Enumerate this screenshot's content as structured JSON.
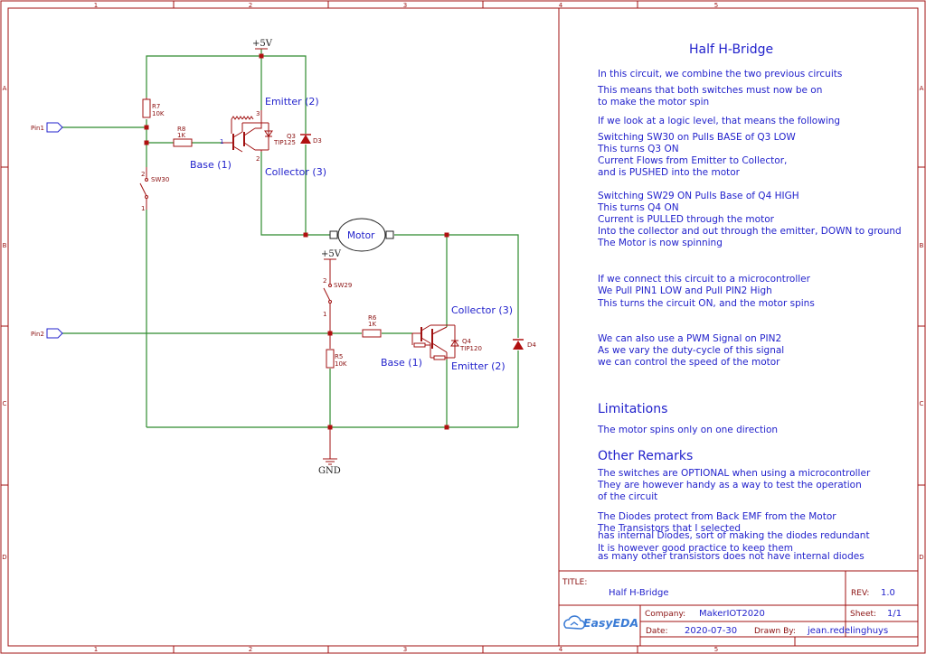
{
  "frame": {
    "top_columns": [
      "1",
      "2",
      "3",
      "4",
      "5"
    ],
    "side_rows": [
      "A",
      "B",
      "C",
      "D"
    ]
  },
  "schematic": {
    "power_top": "+5V",
    "power_mid": "+5V",
    "ground": "GND",
    "pin1": "Pin1",
    "pin2": "Pin2",
    "r7": {
      "ref": "R7",
      "value": "10K"
    },
    "r8": {
      "ref": "R8",
      "value": "1K"
    },
    "r6": {
      "ref": "R6",
      "value": "1K"
    },
    "r5": {
      "ref": "R5",
      "value": "10K"
    },
    "q3": {
      "ref": "Q3",
      "value": "TIP125"
    },
    "q4": {
      "ref": "Q4",
      "value": "TIP120"
    },
    "d3": "D3",
    "d4": "D4",
    "sw30": "SW30",
    "sw29": "SW29",
    "motor": "Motor",
    "pin_nums": {
      "one": "1",
      "two": "2",
      "three": "3"
    },
    "labels": {
      "q3_emitter": "Emitter (2)",
      "q3_base": "Base (1)",
      "q3_collector": "Collector (3)",
      "q4_collector": "Collector (3)",
      "q4_base": "Base (1)",
      "q4_emitter": "Emitter (2)"
    }
  },
  "notes": {
    "title": "Half H-Bridge",
    "lines": [
      "In this circuit, we combine the two previous circuits",
      "This means that both switches must now be on",
      "to make the motor spin",
      "If we look at a logic level, that means the following",
      "Switching SW30 on Pulls BASE of Q3 LOW",
      "This turns Q3 ON",
      "Current Flows from Emitter to Collector,",
      "and is PUSHED into the motor",
      "Switching SW29 ON Pulls Base of Q4 HIGH",
      "This turns Q4 ON",
      "Current is PULLED through the motor",
      "Into the collector and out through the emitter, DOWN to ground",
      "The Motor is now spinning",
      "If we connect this circuit to a microcontroller",
      "We Pull PIN1 LOW and Pull PIN2 High",
      "This turns the circuit ON, and the motor spins",
      "We can also use a PWM Signal on PIN2",
      "As we vary the duty-cycle of this signal",
      "we can control the speed of the motor"
    ],
    "limitations_heading": "Limitations",
    "limitations": [
      "The motor spins only on one direction"
    ],
    "remarks_heading": "Other Remarks",
    "remarks": [
      "The switches are OPTIONAL when using a microcontroller",
      "They are however handy as a way to test the operation",
      "of the circuit",
      "The Diodes protect from Back EMF from the Motor",
      "The Transistors that I selected",
      "has internal Diodes, sort of making the diodes redundant",
      "It is however good practice to keep them",
      "as many other transistors does not have internal diodes"
    ]
  },
  "title_block": {
    "title_label": "TITLE:",
    "title": "Half H-Bridge",
    "rev_label": "REV:",
    "rev": "1.0",
    "company_label": "Company:",
    "company": "MakerIOT2020",
    "sheet_label": "Sheet:",
    "sheet": "1/1",
    "date_label": "Date:",
    "date": "2020-07-30",
    "drawn_label": "Drawn By:",
    "drawn_by": "jean.redelinghuys",
    "logo_text": "EasyEDA"
  }
}
